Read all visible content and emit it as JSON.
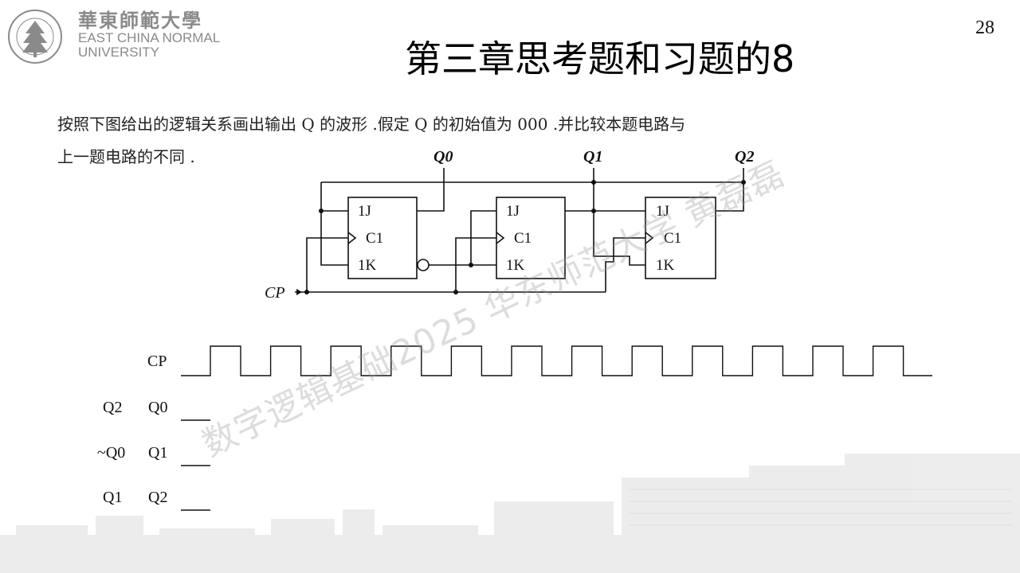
{
  "header": {
    "university_cn": "華東師範大學",
    "university_en_line1": "EAST CHINA NORMAL",
    "university_en_line2": "UNIVERSITY",
    "page_number": "28"
  },
  "slide": {
    "title": "第三章思考题和习题的8",
    "question_line1": "按照下图给出的逻辑关系画出输出 Q 的波形 .假定 Q 的初始值为 000 .并比较本题电路与",
    "question_line2": "上一题电路的不同 ."
  },
  "circuit": {
    "outputs": [
      "Q0",
      "Q1",
      "Q2"
    ],
    "ff_labels": {
      "j": "1J",
      "c": "C1",
      "k": "1K"
    },
    "clock_label": "CP"
  },
  "timing": {
    "rows": [
      {
        "source": "",
        "signal": "CP"
      },
      {
        "source": "Q2",
        "signal": "Q0"
      },
      {
        "source": "~Q0",
        "signal": "Q1"
      },
      {
        "source": "Q1",
        "signal": "Q2"
      }
    ],
    "cp_pulses": 12
  },
  "watermark": "数字逻辑基础2025 华东师范大学 黄磊磊",
  "colors": {
    "line": "#111111",
    "logo_gray": "#8a8a8a",
    "watermark": "#999999"
  }
}
